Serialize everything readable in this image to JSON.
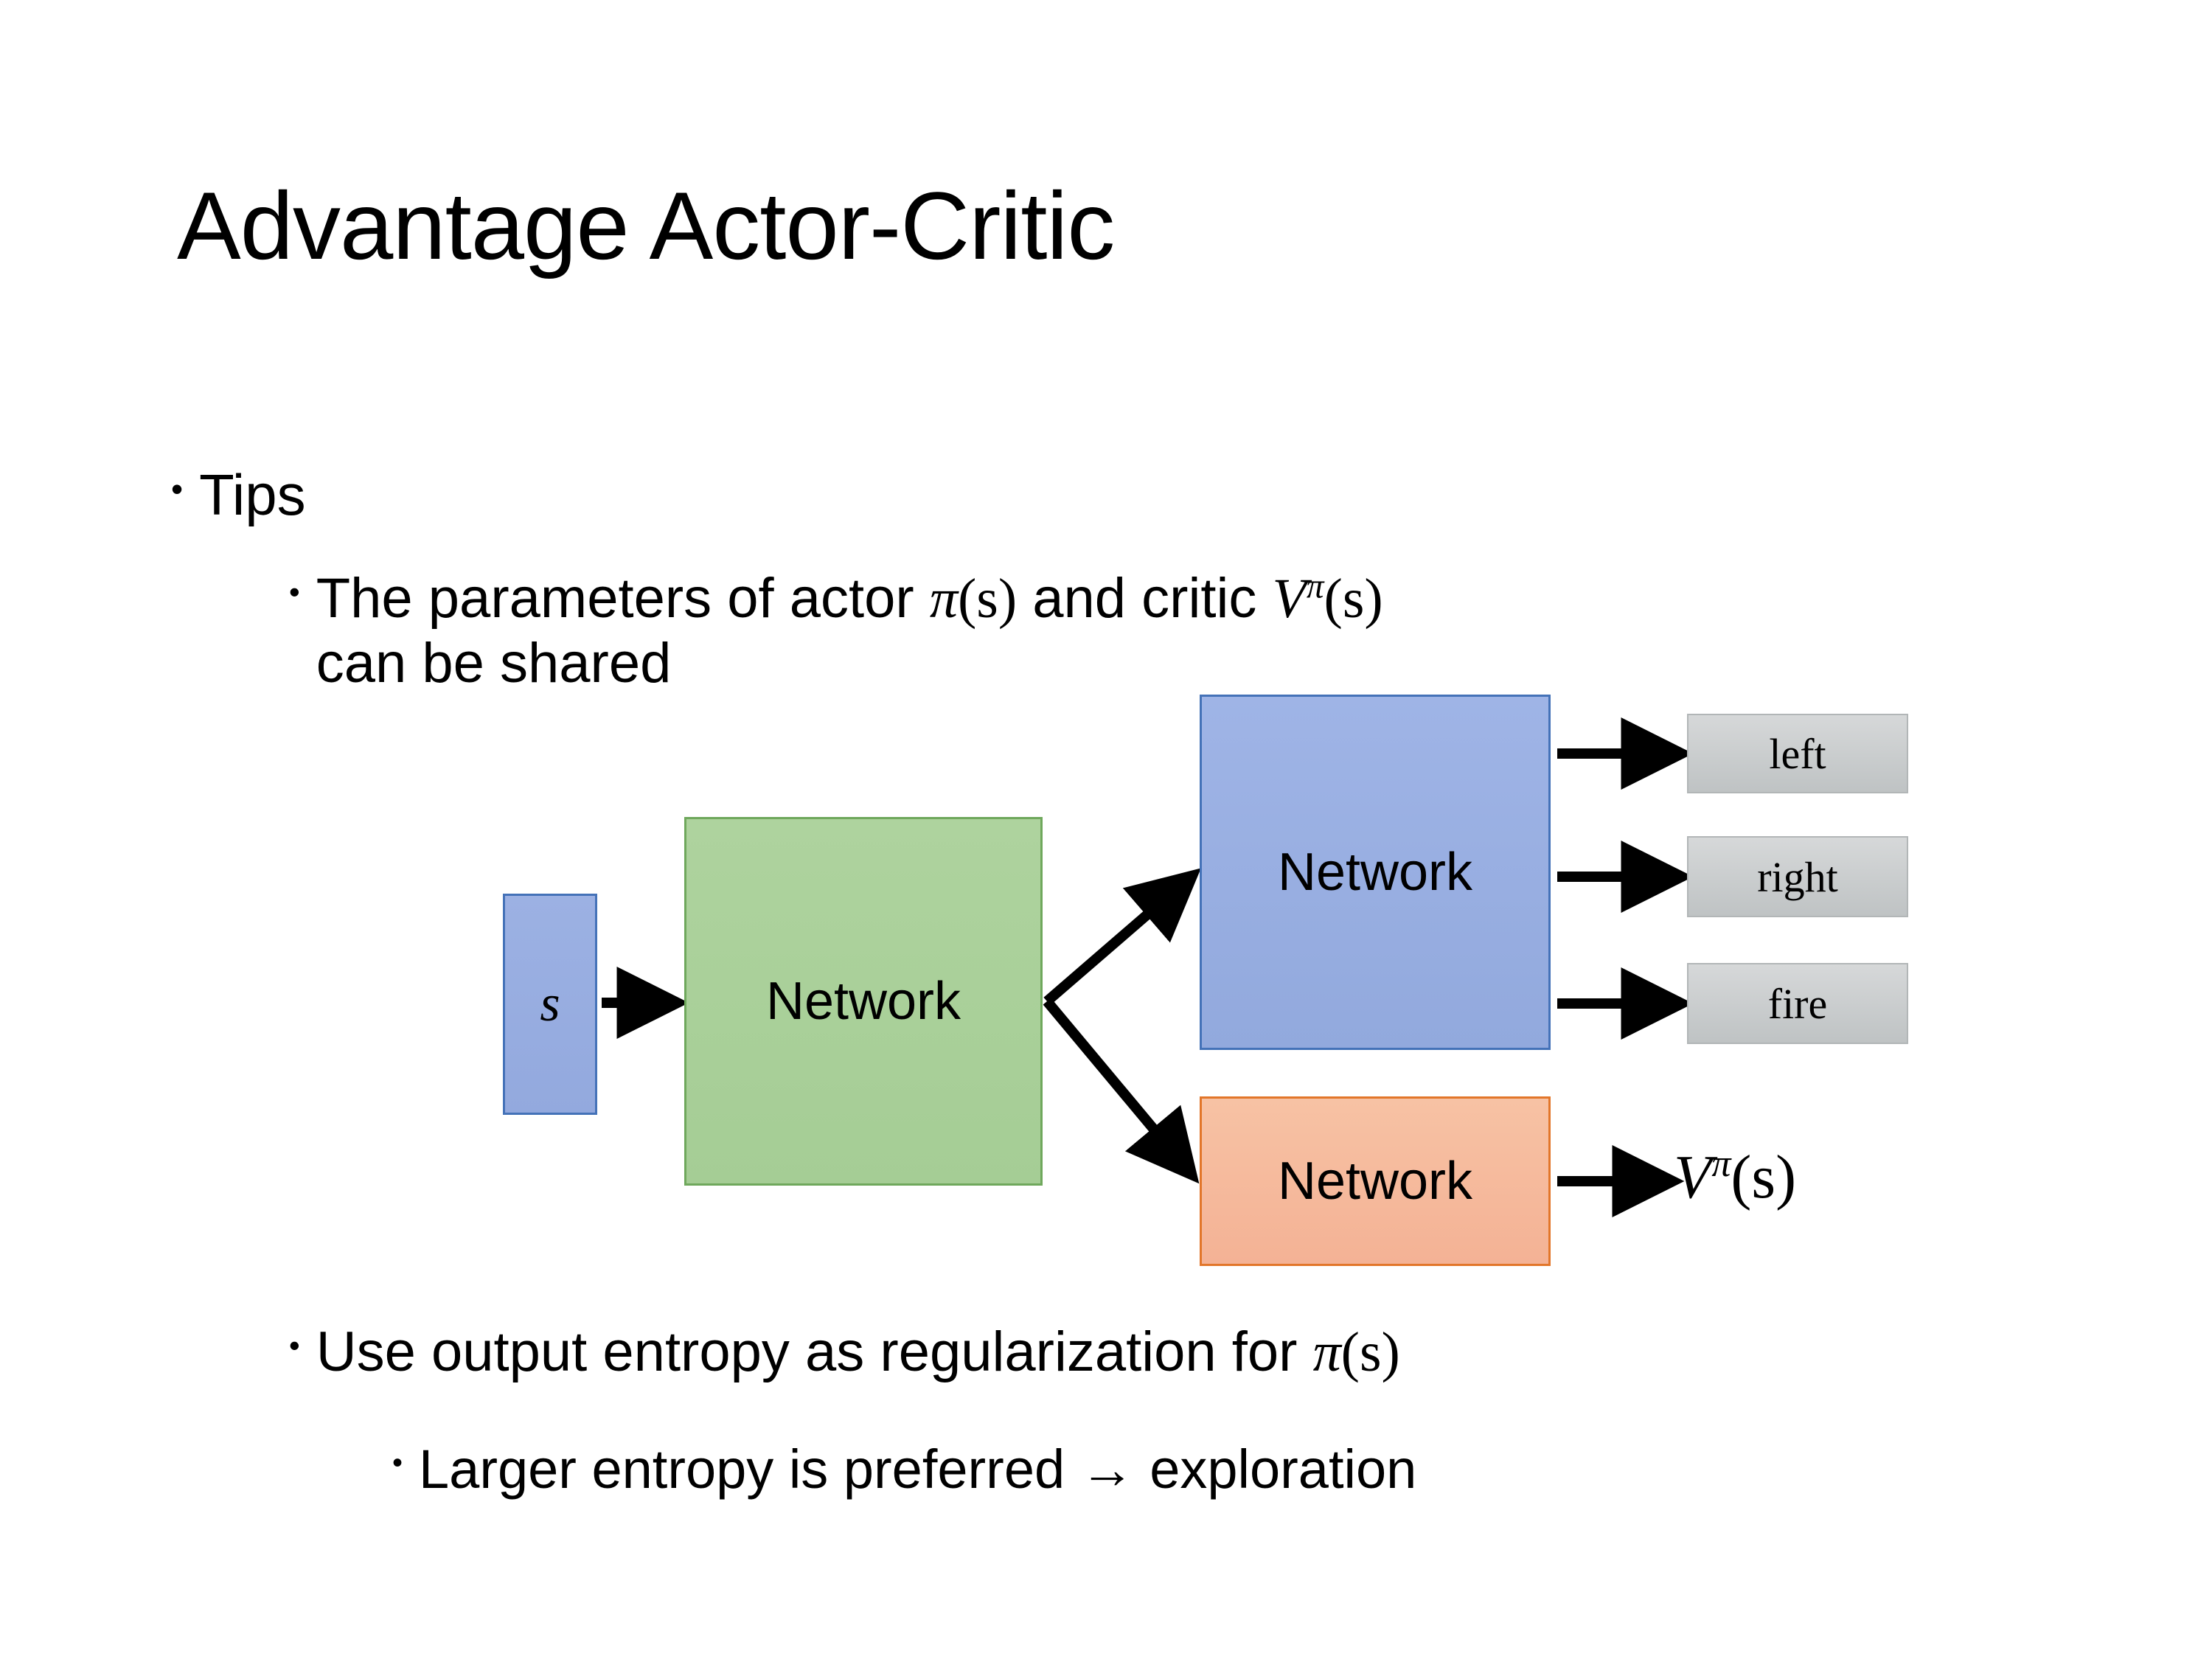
{
  "slide": {
    "title": "Advantage Actor-Critic",
    "background_color": "#ffffff",
    "text_color": "#000000"
  },
  "bullets": [
    {
      "level": 1,
      "marker": "•",
      "text": "Tips"
    },
    {
      "level": 2,
      "marker": "•",
      "line1_before_math": "The parameters of actor ",
      "math1": {
        "base": "π",
        "superscript": "",
        "arg": "(s)"
      },
      "line1_mid": "  and critic ",
      "math2": {
        "base": "V",
        "superscript": "π",
        "arg": "(s)"
      },
      "line2": "can be shared"
    },
    {
      "level": 2,
      "marker": "•",
      "text_before_math": "Use output entropy as regularization for ",
      "math": {
        "base": "π",
        "superscript": "",
        "arg": "(s)"
      }
    },
    {
      "level": 3,
      "marker": "•",
      "text": "Larger entropy is preferred → exploration"
    }
  ],
  "diagram": {
    "state_node": {
      "label": "s",
      "fill": "#95aadf",
      "border": "#4472b8"
    },
    "shared_network": {
      "label": "Network",
      "fill": "#a8cf9a",
      "border": "#6fa85c"
    },
    "actor_network": {
      "label": "Network",
      "fill": "#95aadf",
      "border": "#4472b8"
    },
    "critic_network": {
      "label": "Network",
      "fill": "#f5bc9c",
      "border": "#e2762a"
    },
    "action_outputs": [
      {
        "label": "left",
        "fill": "#c8cccd"
      },
      {
        "label": "right",
        "fill": "#c8cccd"
      },
      {
        "label": "fire",
        "fill": "#c8cccd"
      }
    ],
    "value_output": {
      "base": "V",
      "superscript": "π",
      "arg": "(s)"
    },
    "arrow_color": "#000000"
  }
}
